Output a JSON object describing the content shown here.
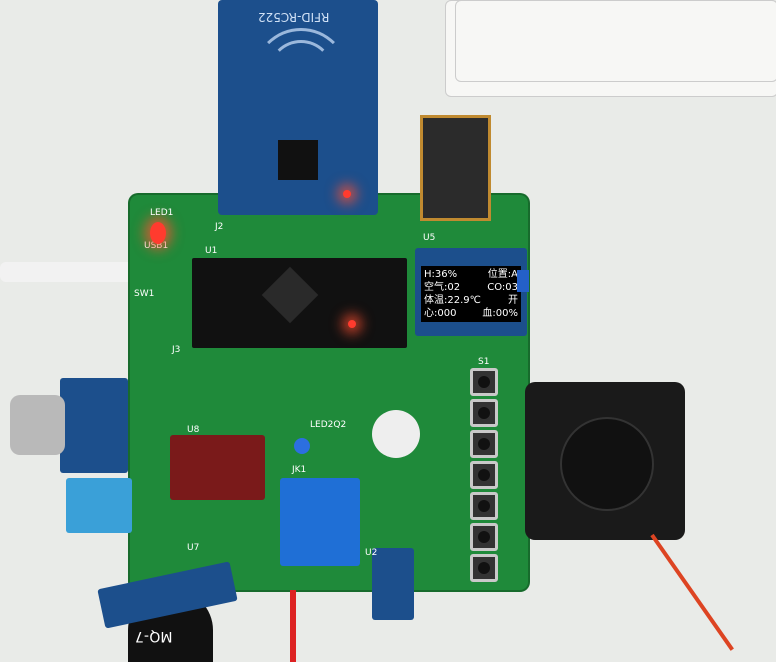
{
  "oled_display": {
    "line1_left": "H:36%",
    "line1_right": "位置:A",
    "line2_left": "空气:02",
    "line2_right": "CO:03",
    "line3_left": "体温:22.9℃",
    "line3_right": "开",
    "line4_left": "心:000",
    "line4_right": "血:00%"
  },
  "labels": {
    "rfid": "RFID-RC522",
    "led1": "LED1",
    "usb": "USB1",
    "sw1": "SW1",
    "j2": "J2",
    "u1": "U1",
    "u5": "U5",
    "j3": "J3",
    "u8": "U8",
    "u7": "U7",
    "u2": "U2",
    "jk1": "JK1",
    "led2": "LED2Q2",
    "mq7": "MQ-7",
    "s1": "S1"
  },
  "colors": {
    "pcb": "#1f8a3a",
    "module": "#1c4f8c",
    "relay": "#1f6fd6"
  }
}
